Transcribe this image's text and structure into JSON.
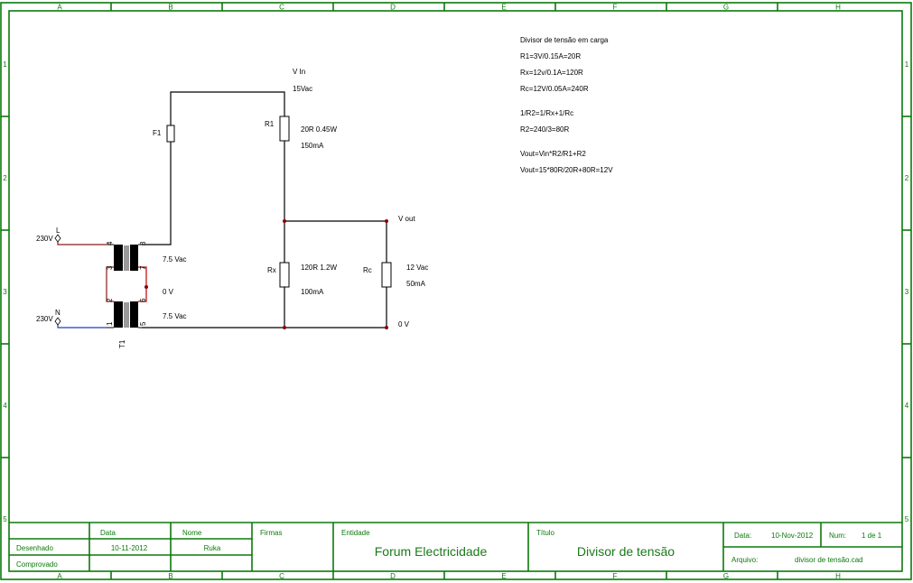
{
  "frame": {
    "columns": [
      "A",
      "B",
      "C",
      "D",
      "E",
      "F",
      "G",
      "H"
    ],
    "rows": [
      "1",
      "2",
      "3",
      "4",
      "5"
    ]
  },
  "notes": {
    "lines": [
      "Divisor de tensão em carga",
      "R1=3V/0.15A=20R",
      "Rx=12v/0.1A=120R",
      "Rc=12V/0.05A=240R",
      "1/R2=1/Rx+1/Rc",
      "R2=240/3=80R",
      "Vout=Vin*R2/R1+R2",
      "Vout=15*80R/20R+80R=12V"
    ]
  },
  "schematic": {
    "vin_label": "V In",
    "vin_value": "15Vac",
    "fuse_label": "F1",
    "r1": {
      "label": "R1",
      "spec": "20R  0.45W",
      "current": "150mA"
    },
    "rx": {
      "label": "Rx",
      "spec": "120R    1.2W",
      "current": "100mA"
    },
    "rc": {
      "label": "Rc",
      "voltage": "12 Vac",
      "current": "50mA"
    },
    "vout_label": "V out",
    "zero_label": "0 V",
    "transformer": {
      "label": "T1",
      "pins": [
        "1",
        "2",
        "3",
        "4",
        "5",
        "6",
        "7",
        "8"
      ],
      "upper_secondary": "7.5 Vac",
      "center_tap": "0 V",
      "lower_secondary": "7.5 Vac"
    },
    "input_l": {
      "voltage": "230V",
      "terminal": "L"
    },
    "input_n": {
      "voltage": "230V",
      "terminal": "N"
    }
  },
  "title_block": {
    "col_data": "Data",
    "col_nome": "Nome",
    "firmas": "Firmas",
    "desenhado": "Desenhado",
    "desenhado_data": "10-11-2012",
    "desenhado_nome": "Ruka",
    "comprovado": "Comprovado",
    "entidade_label": "Entidade",
    "entidade_value": "Forum Electricidade",
    "titulo_label": "Título",
    "titulo_value": "Divisor de tensão",
    "data_label": "Data:",
    "data_value": "10-Nov-2012",
    "num_label": "Num:",
    "num_value": "1 de 1",
    "arquivo_label": "Arquivo:",
    "arquivo_value": "divisor de tensão.cad"
  },
  "colors": {
    "frame": "#0b7a0b",
    "wire": "#000000",
    "live_wire": "#8b1a1a",
    "neutral_wire": "#1f3fbf",
    "junction": "#8b0000"
  }
}
